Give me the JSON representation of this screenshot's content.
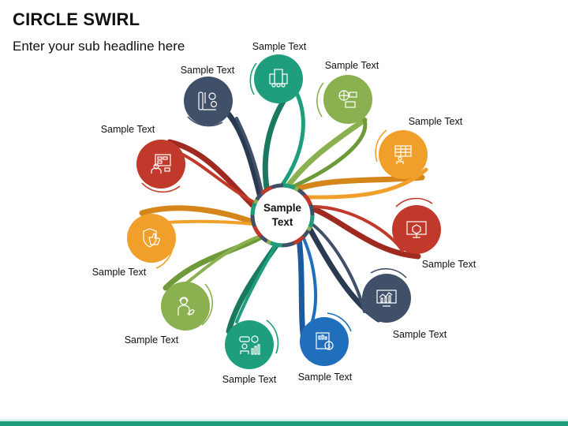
{
  "header": {
    "title": "CIRCLE SWIRL",
    "subtitle": "Enter your sub headline here"
  },
  "center": {
    "line1": "Sample",
    "line2": "Text"
  },
  "colors": {
    "teal": "#1e9e7c",
    "green": "#8ab04f",
    "orange": "#f0a02a",
    "red": "#c0392b",
    "slate": "#3f5068",
    "blue": "#1f6fbd",
    "bottom_bar": "#1e9e7c"
  },
  "nodes": [
    {
      "label": "Sample Text",
      "icon": "office-building-team-icon",
      "color": "#1e9e7c"
    },
    {
      "label": "Sample Text",
      "icon": "global-network-computer-icon",
      "color": "#8ab04f"
    },
    {
      "label": "Sample Text",
      "icon": "presentation-board-person-icon",
      "color": "#f0a02a"
    },
    {
      "label": "Sample Text",
      "icon": "monitor-3d-cube-icon",
      "color": "#c0392b"
    },
    {
      "label": "Sample Text",
      "icon": "monitor-analytics-chart-icon",
      "color": "#3f5068"
    },
    {
      "label": "Sample Text",
      "icon": "financial-report-dollar-icon",
      "color": "#1f6fbd"
    },
    {
      "label": "Sample Text",
      "icon": "consultant-chat-growth-icon",
      "color": "#1e9e7c"
    },
    {
      "label": "Sample Text",
      "icon": "support-agent-leaf-icon",
      "color": "#8ab04f"
    },
    {
      "label": "Sample Text",
      "icon": "thumbs-up-shield-icon",
      "color": "#f0a02a"
    },
    {
      "label": "Sample Text",
      "icon": "presenter-screen-icon",
      "color": "#c0392b"
    },
    {
      "label": "Sample Text",
      "icon": "blueprint-gears-icon",
      "color": "#3f5068"
    }
  ]
}
